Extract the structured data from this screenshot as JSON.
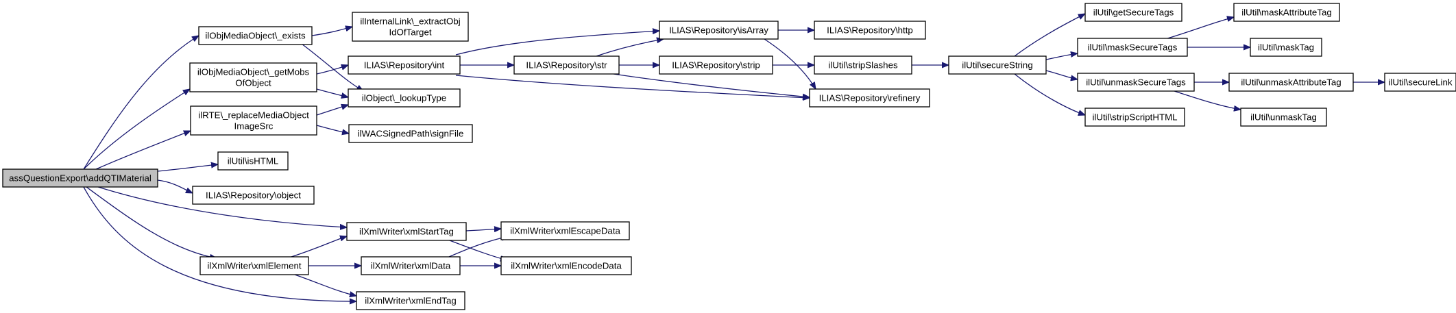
{
  "colors": {
    "edge": "#191970",
    "root_fill": "#bfbfbf",
    "node_fill": "#ffffff",
    "node_stroke": "#000000"
  },
  "nodes": {
    "root": "assQuestionExport\\addQTIMaterial",
    "mo_exists": "ilObjMediaObject\\_exists",
    "mo_getmobs_1": "ilObjMediaObject\\_getMobs",
    "mo_getmobs_2": "OfObject",
    "rte_1": "ilRTE\\_replaceMediaObject",
    "rte_2": "ImageSrc",
    "ishtml": "ilUtil\\isHTML",
    "repo_object": "ILIAS\\Repository\\object",
    "xml_start": "ilXmlWriter\\xmlStartTag",
    "xml_element": "ilXmlWriter\\xmlElement",
    "xml_endtag": "ilXmlWriter\\xmlEndTag",
    "internal_link_1": "ilInternalLink\\_extractObj",
    "internal_link_2": "IdOfTarget",
    "repo_int": "ILIAS\\Repository\\int",
    "lookup_type": "ilObject\\_lookupType",
    "wac_sign": "ilWACSignedPath\\signFile",
    "xml_data": "ilXmlWriter\\xmlData",
    "xml_escape": "ilXmlWriter\\xmlEscapeData",
    "xml_encode": "ilXmlWriter\\xmlEncodeData",
    "repo_str": "ILIAS\\Repository\\str",
    "repo_isarray": "ILIAS\\Repository\\isArray",
    "repo_strip": "ILIAS\\Repository\\strip",
    "repo_http": "ILIAS\\Repository\\http",
    "strip_slashes": "ilUtil\\stripSlashes",
    "repo_refinery": "ILIAS\\Repository\\refinery",
    "secure_string": "ilUtil\\secureString",
    "get_secure_tags": "ilUtil\\getSecureTags",
    "mask_secure_tags": "ilUtil\\maskSecureTags",
    "unmask_secure_tags": "ilUtil\\unmaskSecureTags",
    "strip_script_html": "ilUtil\\stripScriptHTML",
    "mask_attr_tag": "ilUtil\\maskAttributeTag",
    "mask_tag": "ilUtil\\maskTag",
    "unmask_attr_tag": "ilUtil\\unmaskAttributeTag",
    "unmask_tag": "ilUtil\\unmaskTag",
    "secure_link": "ilUtil\\secureLink"
  }
}
